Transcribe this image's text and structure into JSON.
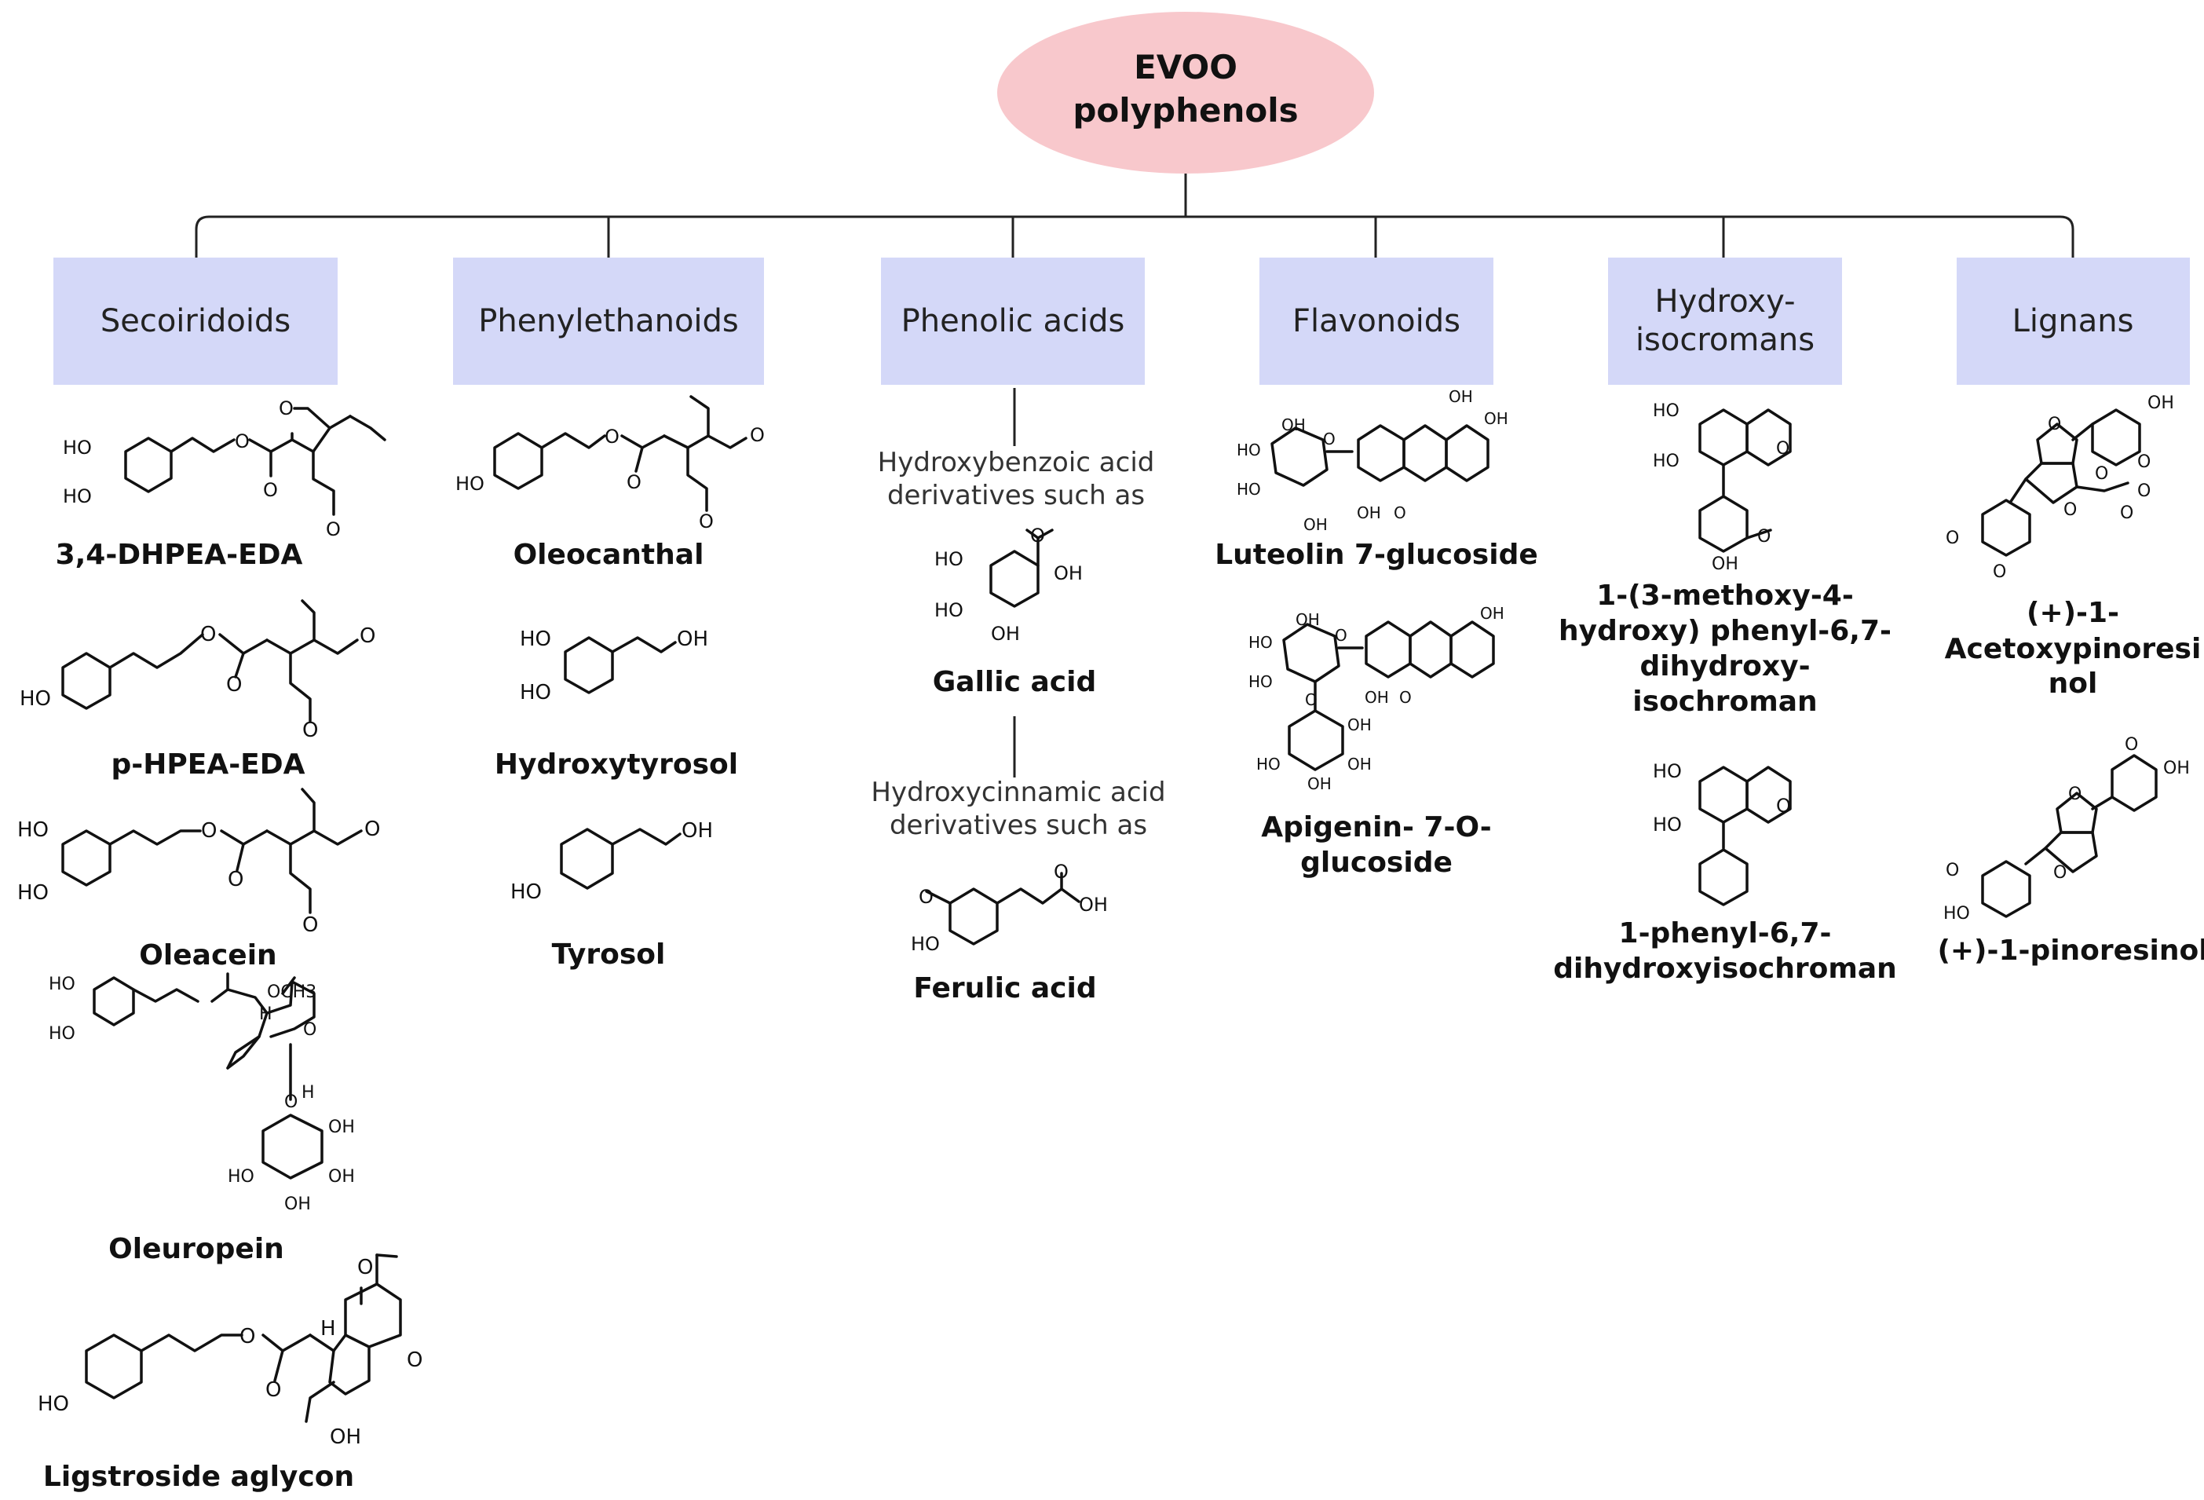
{
  "root": {
    "line1": "EVOO",
    "line2": "polyphenols",
    "fill": "#f8c8cc"
  },
  "category_fill": "#d4d8f8",
  "categories": [
    {
      "lines": [
        "Secoiridoids"
      ]
    },
    {
      "lines": [
        "Phenylethanoids"
      ]
    },
    {
      "lines": [
        "Phenolic acids"
      ]
    },
    {
      "lines": [
        "Flavonoids"
      ]
    },
    {
      "lines": [
        "Hydroxy-",
        "isocromans"
      ]
    },
    {
      "lines": [
        "Lignans"
      ]
    }
  ],
  "phenolic_notes": [
    {
      "lines": [
        "Hydroxybenzoic acid",
        "derivatives such as"
      ]
    },
    {
      "lines": [
        "Hydroxycinnamic acid",
        "derivatives such as"
      ]
    }
  ],
  "compounds": {
    "secoiridoids": [
      {
        "lines": [
          "3,4-DHPEA-EDA"
        ]
      },
      {
        "lines": [
          "p-HPEA-EDA"
        ]
      },
      {
        "lines": [
          "Oleacein"
        ]
      },
      {
        "lines": [
          "Oleuropein"
        ]
      },
      {
        "lines": [
          "Ligstroside aglycon"
        ]
      }
    ],
    "phenylethanoids": [
      {
        "lines": [
          "Oleocanthal"
        ]
      },
      {
        "lines": [
          "Hydroxytyrosol"
        ]
      },
      {
        "lines": [
          "Tyrosol"
        ]
      }
    ],
    "phenolic_acids": [
      {
        "lines": [
          "Gallic acid"
        ]
      },
      {
        "lines": [
          "Ferulic acid"
        ]
      }
    ],
    "flavonoids": [
      {
        "lines": [
          "Luteolin 7-glucoside"
        ]
      },
      {
        "lines": [
          "Apigenin- 7-O-",
          "glucoside"
        ]
      }
    ],
    "isochromans": [
      {
        "lines": [
          "1-(3-methoxy-4-",
          "hydroxy) phenyl-6,7-",
          "dihydroxy-",
          "isochroman"
        ]
      },
      {
        "lines": [
          "1-phenyl-6,7-",
          "dihydroxyisochroman"
        ]
      }
    ],
    "lignans": [
      {
        "lines": [
          "(+)-1-",
          "Acetoxypinoresi",
          "nol"
        ]
      },
      {
        "lines": [
          "(+)-1-pinoresinol"
        ]
      }
    ]
  },
  "atom_labels": {
    "HO": "HO",
    "OH": "OH",
    "O": "O",
    "H": "H",
    "OCH3": "OCH3"
  }
}
